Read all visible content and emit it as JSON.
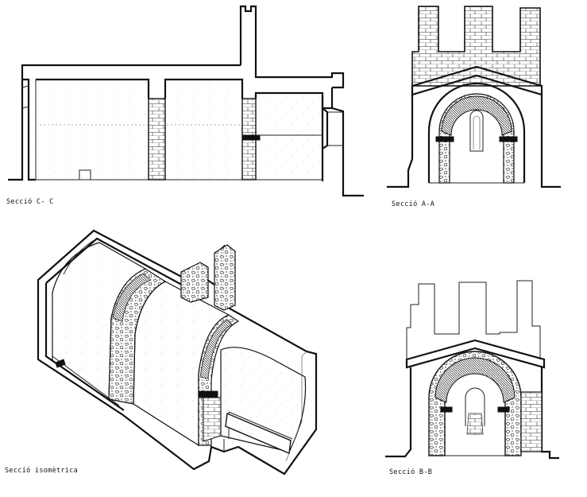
{
  "captions": {
    "section_cc": "Secció  C- C",
    "section_aa": "Secció A-A",
    "section_iso": "Secció  isomètrica",
    "section_bb": "Secció  B-B"
  },
  "colors": {
    "ink": "#111111",
    "paper": "#ffffff"
  }
}
